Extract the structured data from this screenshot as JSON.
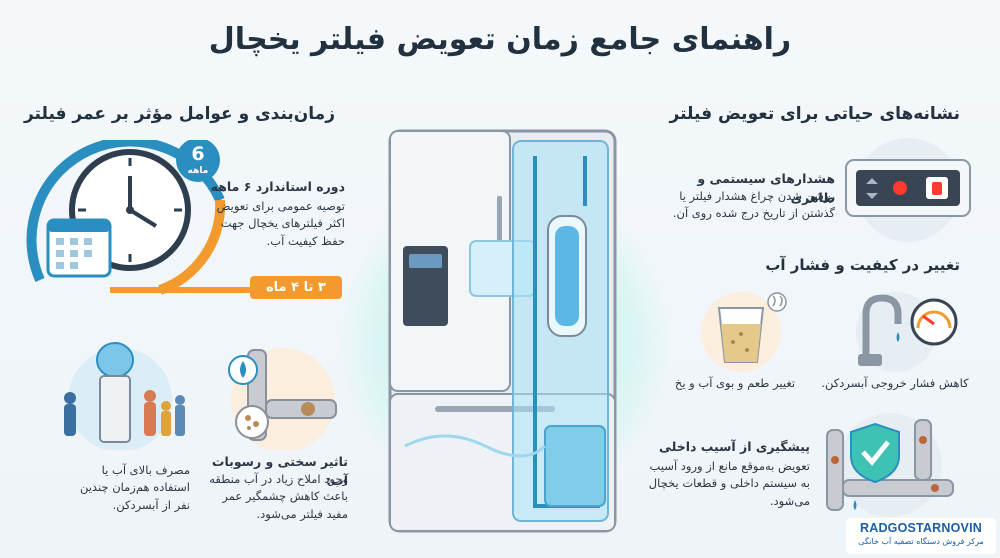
{
  "title": "راهنمای جامع زمان تعویض فیلتر یخچال",
  "left": {
    "title": "زمان‌بندی و عوامل مؤثر بر عمر فیلتر",
    "clock_badge": {
      "number": "6",
      "unit": "ماهه"
    },
    "standard": {
      "heading": "دوره استاندارد ۶ ماهه",
      "body": "توصیه عمومی برای تعویض اکثر فیلترهای یخچال جهت حفظ کیفیت آب."
    },
    "short_period": "۳ تا ۴ ماه",
    "usage": "مصرف بالای آب یا استفاده هم‌زمان چندین نفر از آبسردکن.",
    "hard_water": {
      "heading": "تاثیر سختی و رسوبات آب:",
      "body": "وجود املاح زیاد در آب منطقه باعث کاهش چشمگیر عمر مفید فیلتر می‌شود."
    }
  },
  "right": {
    "title": "نشانه‌های حیاتی برای تعویض فیلتر",
    "alerts": {
      "heading": "هشدارهای سیستمی و ظاهری",
      "body": "روشن شدن چراغ هشدار فیلتر یا گذشتن از تاریخ درج شده روی آن."
    },
    "quality_title": "تغییر در کیفیت و فشار آب",
    "taste_label": "تغییر طعم و بوی آب و یخ",
    "pressure_label": "کاهش فشار خروجی آبسردکن.",
    "prevention": {
      "heading": "پیشگیری از آسیب داخلی",
      "body": "تعویض به‌موقع مانع از ورود آسیب به سیستم داخلی و قطعات یخچال می‌شود."
    }
  },
  "logo": {
    "name": "RADGOSTARNOVIN",
    "tagline": "مرکز فروش دستگاه تصفیه آب خانگی"
  },
  "colors": {
    "accent_blue": "#2a8fc0",
    "accent_orange": "#f29a2e",
    "teal_halo": "#c9f0ef",
    "dark_text": "#22313f"
  }
}
